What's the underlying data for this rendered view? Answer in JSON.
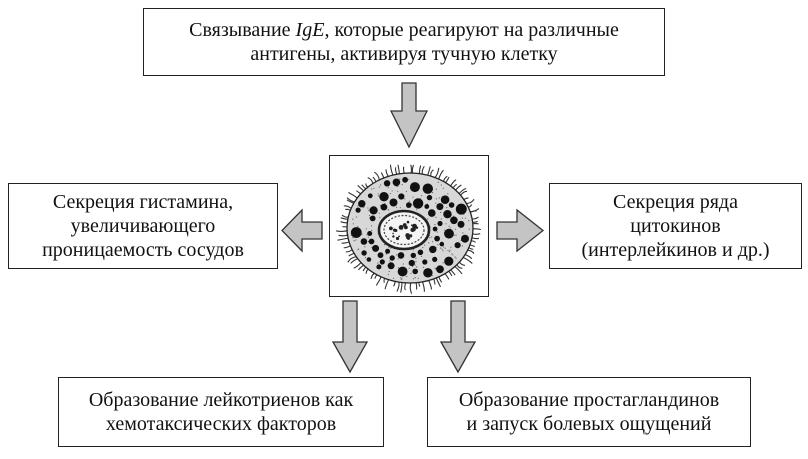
{
  "top_box": {
    "line1_before": "Связывание ",
    "line1_italic": "IgE",
    "line1_after": ", которые реагируют на различные",
    "line2": "антигены, активируя тучную клетку"
  },
  "left_box": {
    "line1": "Секреция гистамина,",
    "line2": "увеличивающего",
    "line3": "проницаемость сосудов"
  },
  "right_box": {
    "line1": "Секреция ряда",
    "line2": "цитокинов",
    "line3": "(интерлейкинов и др.)"
  },
  "bottom_left_box": {
    "line1": "Образование лейкотриенов как",
    "line2": "хемотаксических факторов"
  },
  "bottom_right_box": {
    "line1": "Образование простагландинов",
    "line2": "и запуск болевых ощущений"
  },
  "colors": {
    "arrow_fill": "#c4c4c4",
    "border": "#222222",
    "granule": "#111111",
    "cytoplasm": "#d8d8d8"
  }
}
